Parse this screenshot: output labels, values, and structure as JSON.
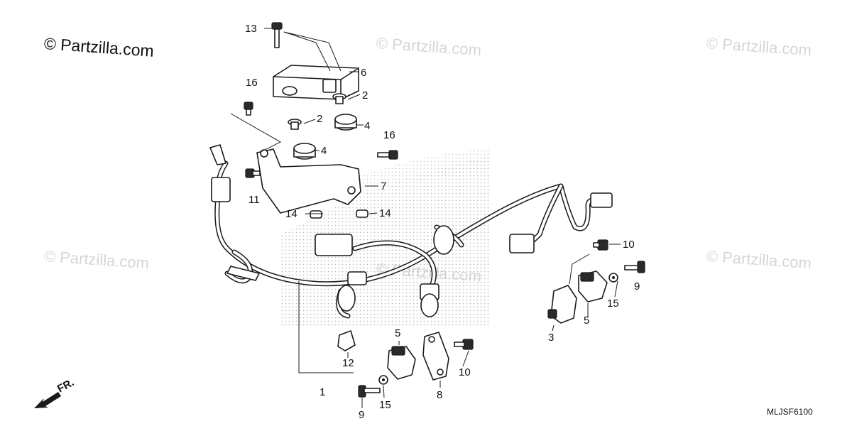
{
  "watermarks": {
    "main": "© Partzilla.com",
    "faint": "© Partzilla.com"
  },
  "diagram_code": "MLJSF6100",
  "front_indicator": "FR.",
  "callouts": [
    {
      "id": "c13",
      "label": "13"
    },
    {
      "id": "c6",
      "label": "6"
    },
    {
      "id": "c2a",
      "label": "2"
    },
    {
      "id": "c16a",
      "label": "16"
    },
    {
      "id": "c2b",
      "label": "2"
    },
    {
      "id": "c4a",
      "label": "4"
    },
    {
      "id": "c16b",
      "label": "16"
    },
    {
      "id": "c4b",
      "label": "4"
    },
    {
      "id": "c7",
      "label": "7"
    },
    {
      "id": "c11",
      "label": "11"
    },
    {
      "id": "c14a",
      "label": "14"
    },
    {
      "id": "c14b",
      "label": "14"
    },
    {
      "id": "c10a",
      "label": "10"
    },
    {
      "id": "c9a",
      "label": "9"
    },
    {
      "id": "c15a",
      "label": "15"
    },
    {
      "id": "c5a",
      "label": "5"
    },
    {
      "id": "c3",
      "label": "3"
    },
    {
      "id": "c5b",
      "label": "5"
    },
    {
      "id": "c12",
      "label": "12"
    },
    {
      "id": "c10b",
      "label": "10"
    },
    {
      "id": "c1",
      "label": "1"
    },
    {
      "id": "c8",
      "label": "8"
    },
    {
      "id": "c9b",
      "label": "9"
    },
    {
      "id": "c15b",
      "label": "15"
    }
  ]
}
